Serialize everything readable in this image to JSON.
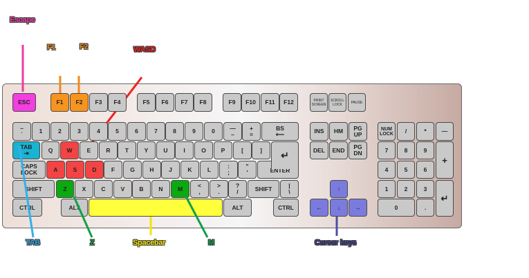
{
  "colors": {
    "escape": "#f23fe0",
    "function": "#f7941d",
    "wasd": "#f44343",
    "tab": "#19b3d3",
    "zm": "#0aaa10",
    "space": "#ffff3c",
    "cursor": "#7b7bdd"
  },
  "callouts": {
    "escape": "Escape",
    "f1": "F1",
    "f2": "F2",
    "wasd": "WASD",
    "tab": "TAB",
    "z": "Z",
    "spacebar": "Spacebar",
    "m": "M",
    "cursor": "Cursor keys"
  },
  "keys": [
    {
      "id": "esc",
      "label": "ESC",
      "hl": "escape"
    },
    {
      "id": "f1",
      "label": "F1",
      "hl": "function"
    },
    {
      "id": "f2",
      "label": "F2",
      "hl": "function"
    },
    {
      "id": "f3",
      "label": "F3"
    },
    {
      "id": "f4",
      "label": "F4"
    },
    {
      "id": "f5",
      "label": "F5"
    },
    {
      "id": "f6",
      "label": "F6"
    },
    {
      "id": "f7",
      "label": "F7"
    },
    {
      "id": "f8",
      "label": "F8"
    },
    {
      "id": "f9",
      "label": "F9"
    },
    {
      "id": "f10",
      "label": "F10"
    },
    {
      "id": "f11",
      "label": "F11"
    },
    {
      "id": "f12",
      "label": "F12"
    },
    {
      "id": "print-screen",
      "label": "PRINT\nSCREEN",
      "cls": "small"
    },
    {
      "id": "scroll-lock",
      "label": "SCROLL\nLOCK",
      "cls": "small"
    },
    {
      "id": "pause",
      "label": "PAUSE",
      "cls": "small"
    },
    {
      "id": "backtick",
      "label": "~\n`"
    },
    {
      "id": "1",
      "label": "1"
    },
    {
      "id": "2",
      "label": "2"
    },
    {
      "id": "3",
      "label": "3"
    },
    {
      "id": "4",
      "label": "4"
    },
    {
      "id": "5",
      "label": "5"
    },
    {
      "id": "6",
      "label": "6"
    },
    {
      "id": "7",
      "label": "7"
    },
    {
      "id": "8",
      "label": "8"
    },
    {
      "id": "9",
      "label": "9"
    },
    {
      "id": "0",
      "label": "0"
    },
    {
      "id": "minus",
      "label": "—\n–"
    },
    {
      "id": "equals",
      "label": "+\n="
    },
    {
      "id": "backspace",
      "label": "BS\n⟵"
    },
    {
      "id": "insert",
      "label": "INS"
    },
    {
      "id": "home",
      "label": "HM"
    },
    {
      "id": "page-up",
      "label": "PG\nUP"
    },
    {
      "id": "num-lock",
      "label": "NUM\nLOCK",
      "cls": "tiny"
    },
    {
      "id": "num-divide",
      "label": "/"
    },
    {
      "id": "num-multiply",
      "label": "*"
    },
    {
      "id": "num-minus",
      "label": "—"
    },
    {
      "id": "tab",
      "label": "TAB\n⇥",
      "hl": "tab"
    },
    {
      "id": "q",
      "label": "Q"
    },
    {
      "id": "w",
      "label": "W",
      "hl": "wasd"
    },
    {
      "id": "e",
      "label": "E"
    },
    {
      "id": "r",
      "label": "R"
    },
    {
      "id": "t",
      "label": "T"
    },
    {
      "id": "y",
      "label": "Y"
    },
    {
      "id": "u",
      "label": "U"
    },
    {
      "id": "i",
      "label": "I"
    },
    {
      "id": "o",
      "label": "O"
    },
    {
      "id": "p",
      "label": "P"
    },
    {
      "id": "bracket-left",
      "label": "["
    },
    {
      "id": "bracket-right",
      "label": "]"
    },
    {
      "id": "delete",
      "label": "DEL"
    },
    {
      "id": "end",
      "label": "END"
    },
    {
      "id": "page-down",
      "label": "PG\nDN"
    },
    {
      "id": "num-7",
      "label": "7"
    },
    {
      "id": "num-8",
      "label": "8"
    },
    {
      "id": "num-9",
      "label": "9"
    },
    {
      "id": "num-plus",
      "label": "+"
    },
    {
      "id": "caps-lock",
      "label": "CAPS\nLOCK"
    },
    {
      "id": "a",
      "label": "A",
      "hl": "wasd"
    },
    {
      "id": "s",
      "label": "S",
      "hl": "wasd"
    },
    {
      "id": "d",
      "label": "D",
      "hl": "wasd"
    },
    {
      "id": "f",
      "label": "F"
    },
    {
      "id": "g",
      "label": "G"
    },
    {
      "id": "h",
      "label": "H"
    },
    {
      "id": "j",
      "label": "J"
    },
    {
      "id": "k",
      "label": "K"
    },
    {
      "id": "l",
      "label": "L"
    },
    {
      "id": "semicolon",
      "label": ":\n;"
    },
    {
      "id": "quote",
      "label": "\"\n'"
    },
    {
      "id": "enter",
      "label": "ENTER"
    },
    {
      "id": "enter-top",
      "label": "↵"
    },
    {
      "id": "num-4",
      "label": "4"
    },
    {
      "id": "num-5",
      "label": "5"
    },
    {
      "id": "num-6",
      "label": "6"
    },
    {
      "id": "shift-left",
      "label": "SHIFT"
    },
    {
      "id": "z",
      "label": "Z",
      "hl": "zm"
    },
    {
      "id": "x",
      "label": "X"
    },
    {
      "id": "c",
      "label": "C"
    },
    {
      "id": "v",
      "label": "V"
    },
    {
      "id": "b",
      "label": "B"
    },
    {
      "id": "n",
      "label": "N"
    },
    {
      "id": "m",
      "label": "M",
      "hl": "zm"
    },
    {
      "id": "comma",
      "label": "<\n,"
    },
    {
      "id": "period",
      "label": ">\n."
    },
    {
      "id": "slash",
      "label": "?\n/"
    },
    {
      "id": "shift-right",
      "label": "SHIFT"
    },
    {
      "id": "backslash",
      "label": "|\n\\"
    },
    {
      "id": "arrow-up",
      "label": "↑",
      "hl": "cursor"
    },
    {
      "id": "num-1",
      "label": "1"
    },
    {
      "id": "num-2",
      "label": "2"
    },
    {
      "id": "num-3",
      "label": "3"
    },
    {
      "id": "num-enter",
      "label": "↵"
    },
    {
      "id": "ctrl-left",
      "label": "CTRL"
    },
    {
      "id": "alt-left",
      "label": "ALT"
    },
    {
      "id": "spacebar",
      "label": "",
      "hl": "space"
    },
    {
      "id": "alt-right",
      "label": "ALT"
    },
    {
      "id": "ctrl-right",
      "label": "CTRL"
    },
    {
      "id": "arrow-left",
      "label": "←",
      "hl": "cursor"
    },
    {
      "id": "arrow-down",
      "label": "↓",
      "hl": "cursor"
    },
    {
      "id": "arrow-right",
      "label": "→",
      "hl": "cursor"
    },
    {
      "id": "num-0",
      "label": "0"
    },
    {
      "id": "num-decimal",
      "label": "."
    }
  ]
}
